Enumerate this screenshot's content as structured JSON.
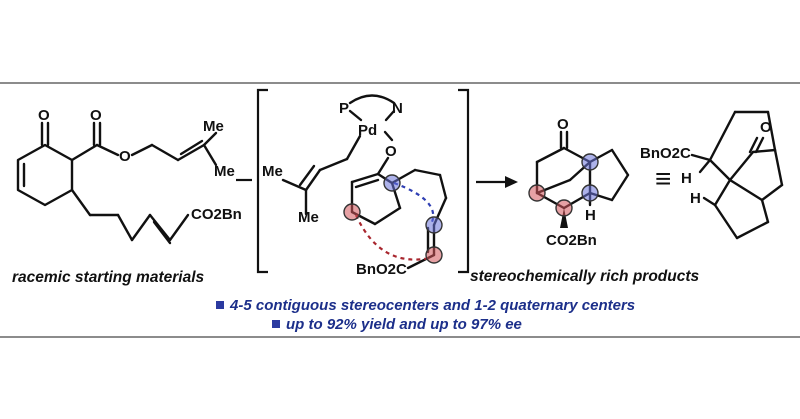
{
  "captions": {
    "left": "racemic starting materials",
    "right": "stereochemically rich products"
  },
  "bullets": [
    "4-5 contiguous stereocenters and 1-2 quaternary centers",
    "up to 92% yield and up to 97% ee"
  ],
  "labels": {
    "oxygen": "O",
    "methyl": "Me",
    "benzyl_ester": "CO2Bn",
    "benzyl_ester_alt": "BnO2C",
    "phosphorus": "P",
    "nitrogen": "N",
    "palladium": "Pd",
    "hydrogen": "H",
    "equivalence": "≡"
  },
  "colors": {
    "bullet_text": "#1c2f8a",
    "red_atom": "#c4333b",
    "blue_atom": "#6a72d9",
    "rule": "#666666"
  }
}
